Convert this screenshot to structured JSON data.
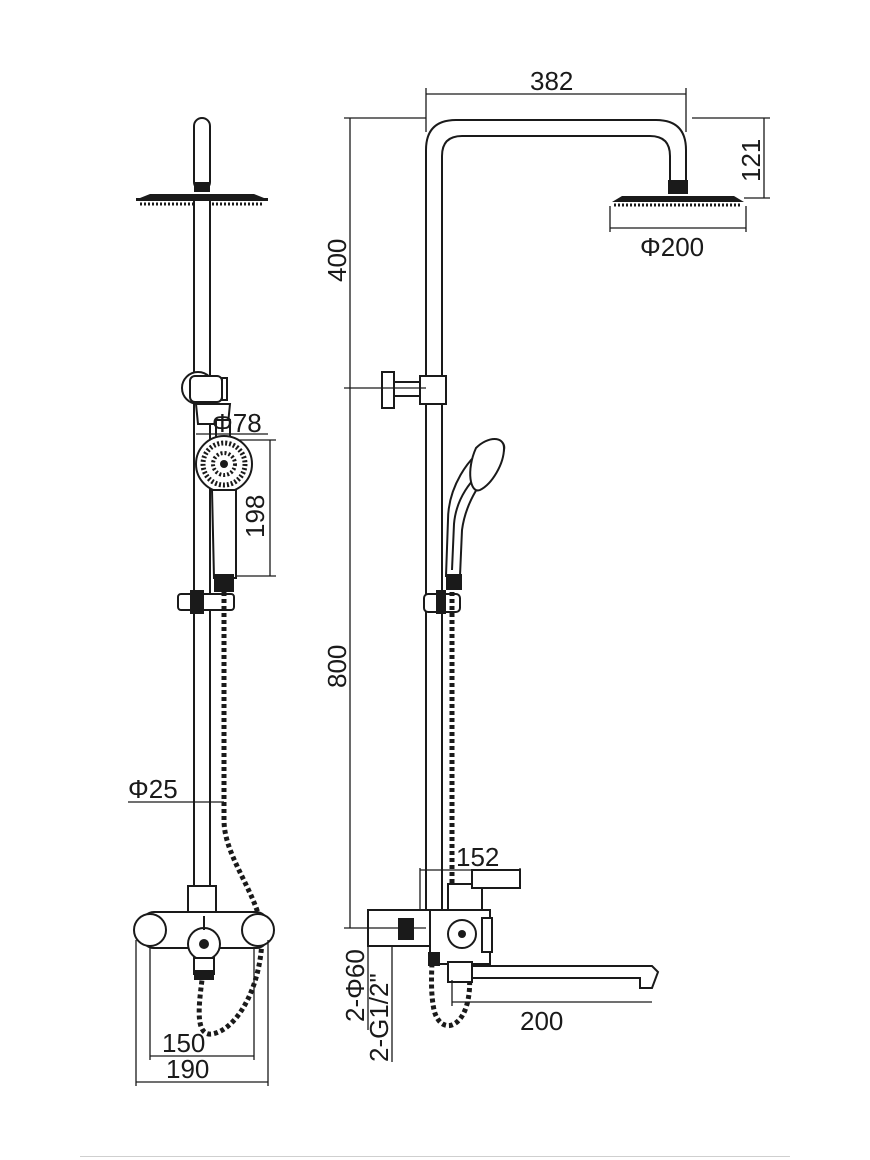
{
  "dimensions": {
    "width_382": "382",
    "height_121": "121",
    "diameter_200": "Φ200",
    "height_400": "400",
    "height_800": "800",
    "diameter_78": "Φ78",
    "length_198": "198",
    "diameter_25": "Φ25",
    "width_152": "152",
    "inlet_diameter": "2-Φ60",
    "inlet_thread": "2-G1/2\"",
    "spout_200": "200",
    "centers_150": "150",
    "width_190": "190"
  }
}
